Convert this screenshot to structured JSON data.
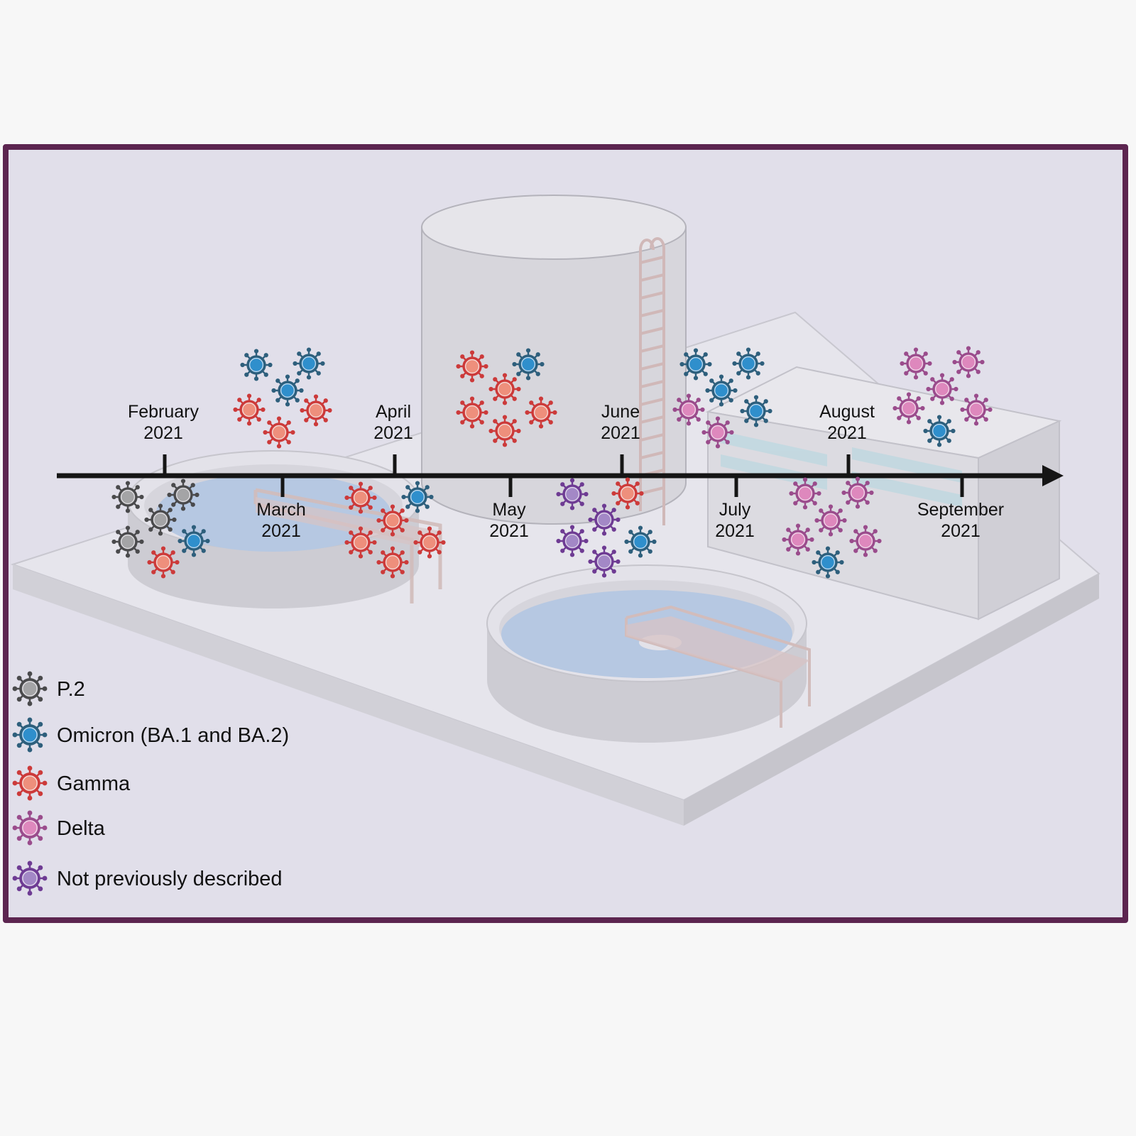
{
  "figure": {
    "title": "SARS-CoV-2 variants detected in wastewater treatment plant over time",
    "frame_color": "#5c2550",
    "background_color": "#e1dfea"
  },
  "timeline": {
    "months": [
      {
        "id": "feb",
        "label": "February",
        "year": "2021",
        "side": "above"
      },
      {
        "id": "mar",
        "label": "March",
        "year": "2021",
        "side": "below"
      },
      {
        "id": "apr",
        "label": "April",
        "year": "2021",
        "side": "above"
      },
      {
        "id": "may",
        "label": "May",
        "year": "2021",
        "side": "below"
      },
      {
        "id": "jun",
        "label": "June",
        "year": "2021",
        "side": "above"
      },
      {
        "id": "jul",
        "label": "July",
        "year": "2021",
        "side": "below"
      },
      {
        "id": "aug",
        "label": "August",
        "year": "2021",
        "side": "above"
      },
      {
        "id": "sep",
        "label": "September",
        "year": "2021",
        "side": "below"
      }
    ]
  },
  "variants": {
    "p2": {
      "label": "P.2",
      "fill": "#a4a4a6",
      "stroke": "#4a4a4c"
    },
    "omicron": {
      "label": "Omicron (BA.1 and BA.2)",
      "fill": "#2f8fcc",
      "stroke": "#2e5f7c"
    },
    "gamma": {
      "label": "Gamma",
      "fill": "#ee8f7c",
      "stroke": "#cc3a3a"
    },
    "delta": {
      "label": "Delta",
      "fill": "#de88bd",
      "stroke": "#9a4c8c"
    },
    "npd": {
      "label": "Not previously described",
      "fill": "#a388c6",
      "stroke": "#6e3b93"
    }
  },
  "legend": {
    "items": [
      {
        "variant": "p2",
        "label": "P.2"
      },
      {
        "variant": "omicron",
        "label": "Omicron (BA.1 and BA.2)"
      },
      {
        "variant": "gamma",
        "label": "Gamma"
      },
      {
        "variant": "delta",
        "label": "Delta"
      },
      {
        "variant": "npd",
        "label": "Not previously described"
      }
    ]
  },
  "detections": [
    {
      "month": "feb",
      "variants": [
        "p2",
        "p2",
        "p2",
        "p2",
        "omicron",
        "gamma"
      ]
    },
    {
      "month": "mar",
      "variants": [
        "omicron",
        "omicron",
        "omicron",
        "gamma",
        "gamma",
        "gamma"
      ]
    },
    {
      "month": "apr",
      "variants": [
        "gamma",
        "gamma",
        "gamma",
        "gamma",
        "gamma",
        "omicron"
      ]
    },
    {
      "month": "may",
      "variants": [
        "gamma",
        "gamma",
        "gamma",
        "gamma",
        "gamma",
        "omicron"
      ]
    },
    {
      "month": "jun",
      "variants": [
        "npd",
        "npd",
        "npd",
        "npd",
        "gamma",
        "omicron"
      ]
    },
    {
      "month": "jul",
      "variants": [
        "omicron",
        "omicron",
        "omicron",
        "omicron",
        "delta",
        "delta"
      ]
    },
    {
      "month": "aug",
      "variants": [
        "delta",
        "delta",
        "delta",
        "delta",
        "delta",
        "omicron"
      ]
    },
    {
      "month": "sep",
      "variants": [
        "delta",
        "delta",
        "delta",
        "delta",
        "delta",
        "omicron"
      ]
    }
  ]
}
